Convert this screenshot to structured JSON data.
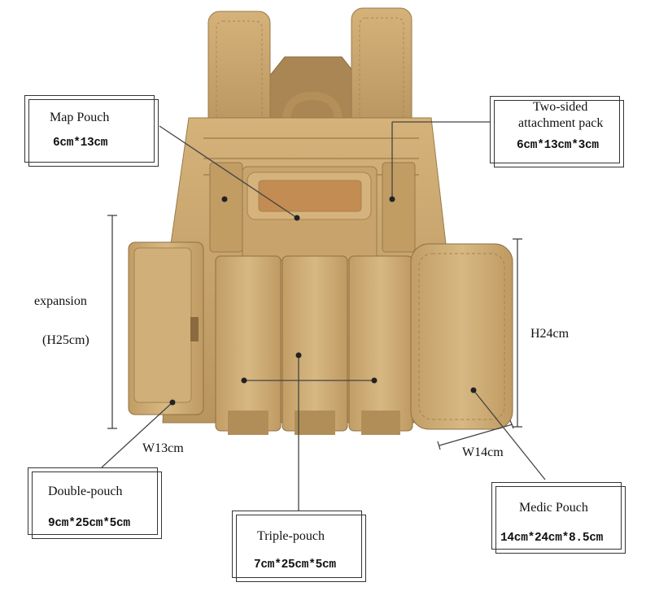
{
  "labels": {
    "map_pouch": {
      "title": "Map Pouch",
      "dims": "6cm*13cm"
    },
    "two_sided": {
      "title_line1": "Two-sided",
      "title_line2": "attachment pack",
      "dims": "6cm*13cm*3cm"
    },
    "double_pouch": {
      "title": "Double-pouch",
      "dims": "9cm*25cm*5cm"
    },
    "triple_pouch": {
      "title": "Triple-pouch",
      "dims": "7cm*25cm*5cm"
    },
    "medic_pouch": {
      "title": "Medic Pouch",
      "dims": "14cm*24cm*8.5cm"
    }
  },
  "measurements": {
    "expansion": "expansion",
    "expansion_height": "(H25cm)",
    "medic_height": "H24cm",
    "double_width": "W13cm",
    "medic_width": "W14cm"
  },
  "colors": {
    "vest": "#c9a36b",
    "vest_shadow": "#a88552",
    "vest_highlight": "#dcbd86",
    "velcro": "#c08a50",
    "line": "#444444"
  }
}
